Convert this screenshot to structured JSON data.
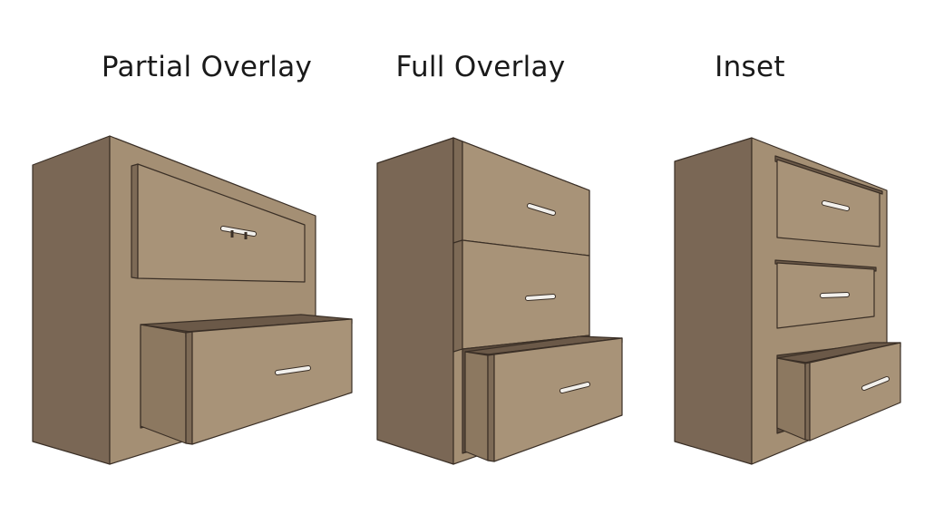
{
  "titles": {
    "partial": "Partial Overlay",
    "full": "Full Overlay",
    "inset": "Inset"
  },
  "colors": {
    "side": "#7a6755",
    "front": "#a48f74",
    "drawer_front": "#a89378",
    "drawer_side": "#8c7860",
    "drawer_inner": "#6b5948",
    "outline": "#3a2f26",
    "handle": "#f2f0ec"
  }
}
